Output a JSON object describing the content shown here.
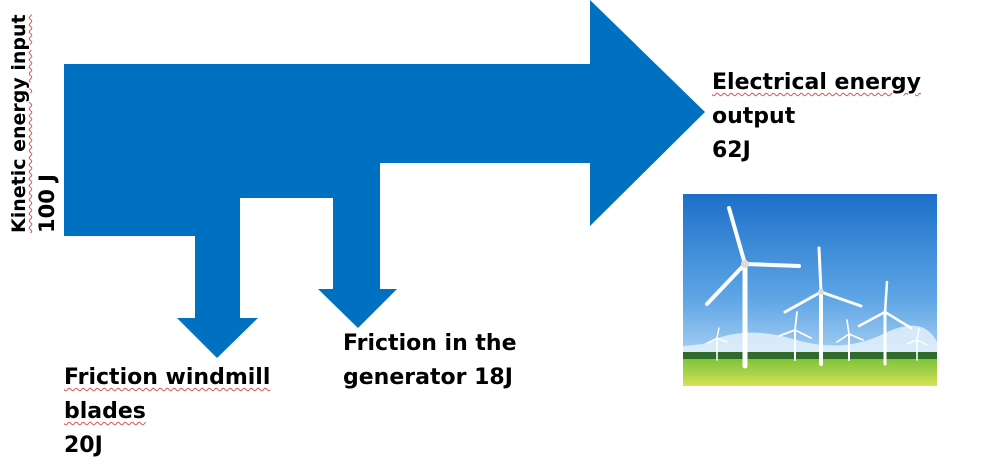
{
  "diagram": {
    "input": {
      "name": "Kinetic energy input",
      "value": "100 J"
    },
    "output": {
      "name_line1": "Electrical energy",
      "name_line2": "output",
      "value": "62J"
    },
    "losses": [
      {
        "name_line1": "Friction windmill",
        "name_line2": "blades",
        "value": "20J"
      },
      {
        "name_line1": "Friction in the",
        "name_line2": "generator 18J"
      }
    ],
    "colors": {
      "arrow": "#0070c0",
      "spellcheck_underline": "#d9534f"
    },
    "illustration": {
      "subject": "wind-turbine-farm-photo"
    }
  }
}
